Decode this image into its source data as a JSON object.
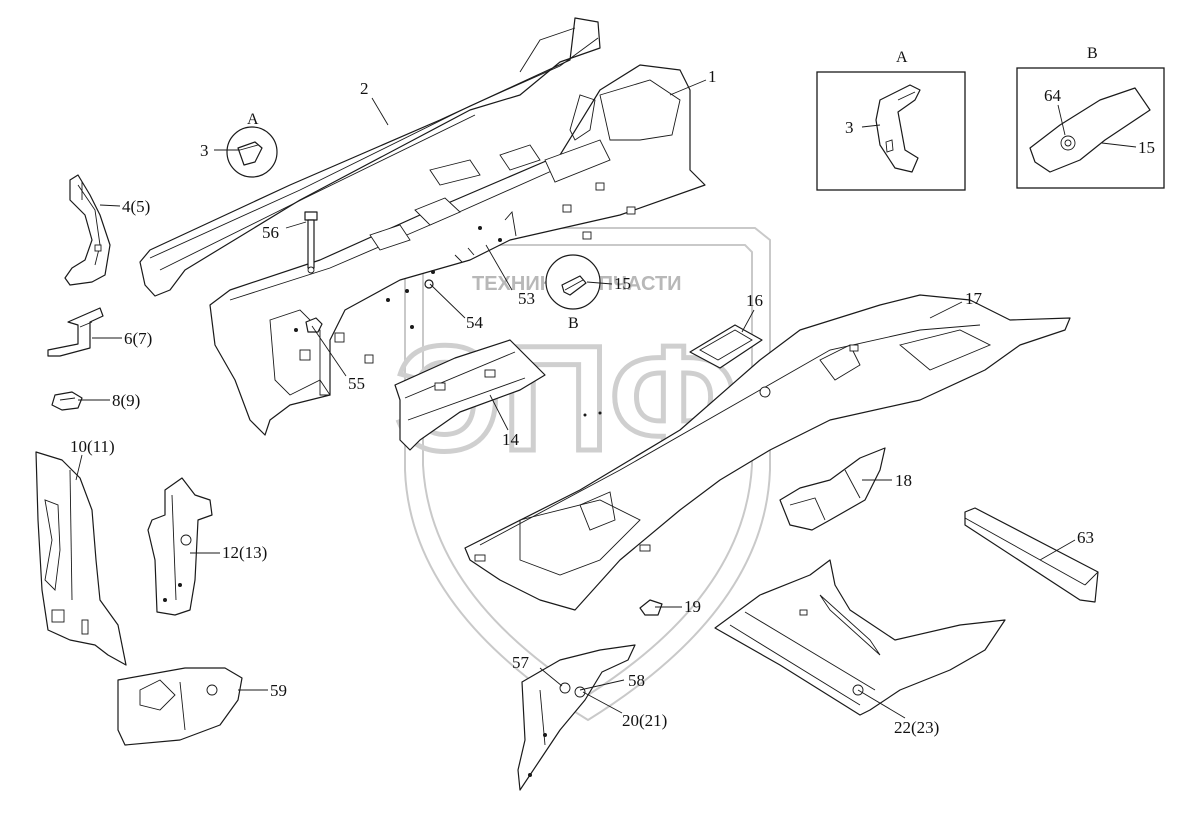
{
  "callouts": {
    "c1": "1",
    "c2": "2",
    "c3": "3",
    "c4_5": "4(5)",
    "c6_7": "6(7)",
    "c8_9": "8(9)",
    "c10_11": "10(11)",
    "c12_13": "12(13)",
    "c14": "14",
    "c15": "15",
    "c16": "16",
    "c17": "17",
    "c18": "18",
    "c19": "19",
    "c20_21": "20(21)",
    "c22_23": "22(23)",
    "c53": "53",
    "c54": "54",
    "c55": "55",
    "c56": "56",
    "c57": "57",
    "c58": "58",
    "c59": "59",
    "c63": "63",
    "c64": "64"
  },
  "views": {
    "a_label": "A",
    "b_label": "B",
    "box_a_title": "A",
    "box_a_callout": "3",
    "box_b_title": "B",
    "box_b_callout_64": "64",
    "box_b_callout_15": "15"
  },
  "watermark": {
    "text": "ТЕХНИКА ЗАПЧАСТИ",
    "big_letters": "ЭПФ"
  }
}
